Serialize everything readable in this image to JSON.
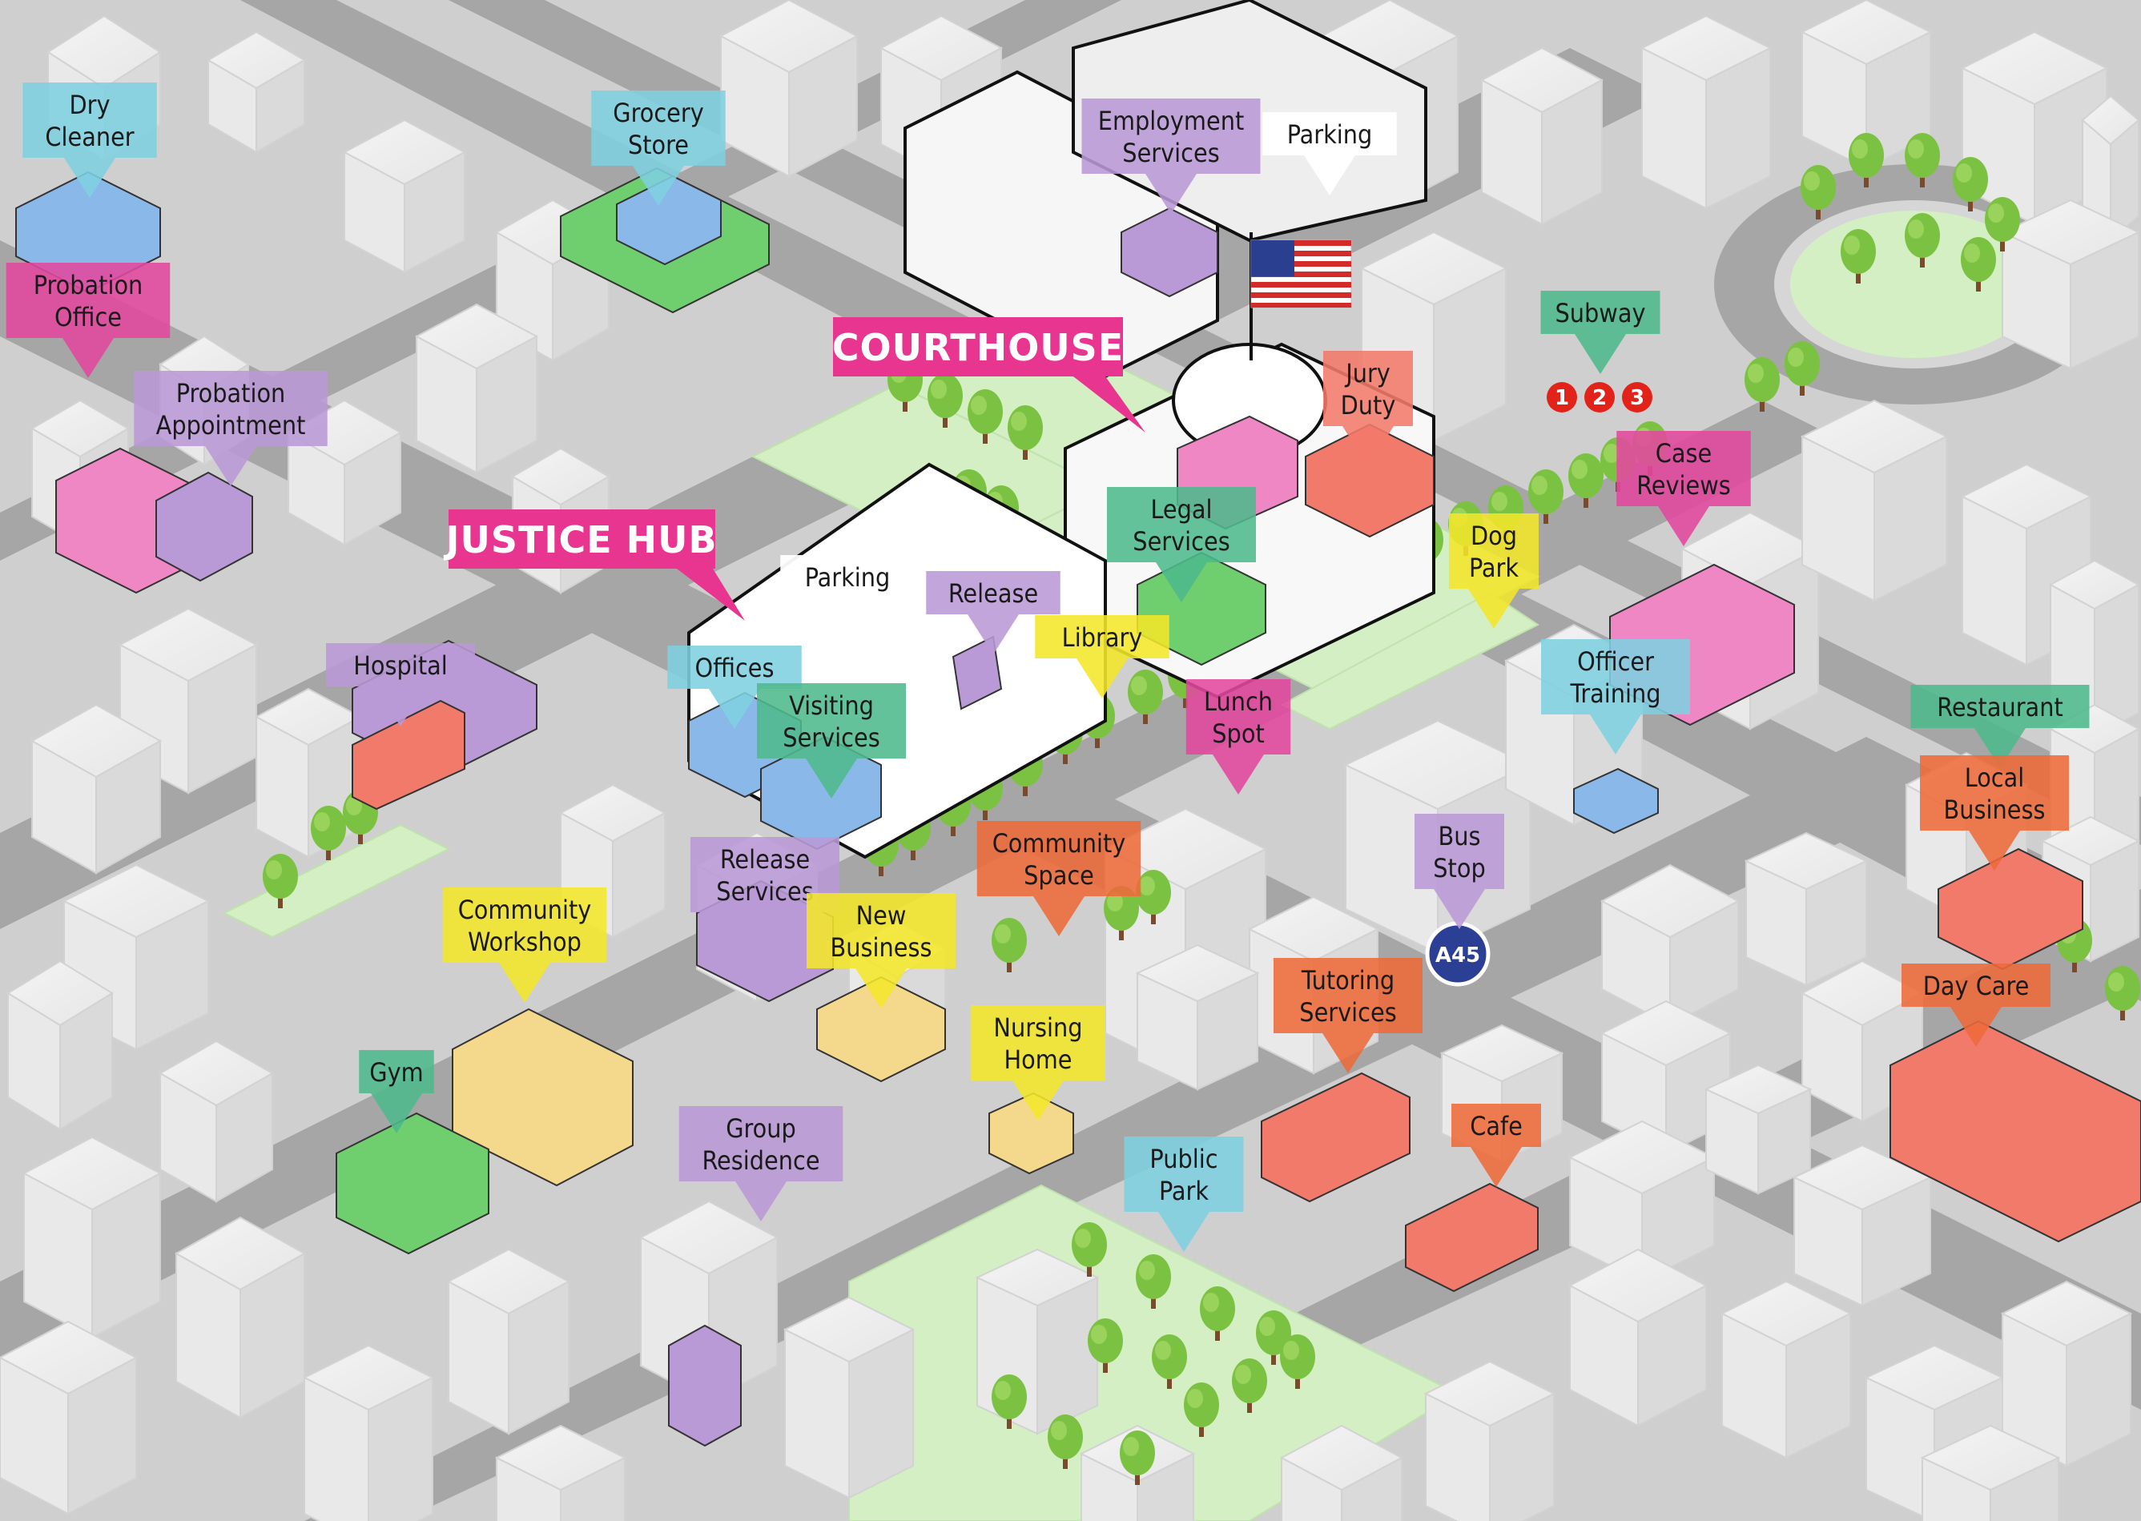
{
  "map": {
    "headers": [
      {
        "id": "courthouse",
        "text": "COURTHOUSE"
      },
      {
        "id": "justice-hub",
        "text": "JUSTICE HUB"
      }
    ],
    "labels": [
      {
        "id": "dry-cleaner",
        "lines": [
          "Dry",
          "Cleaner"
        ],
        "category": "blue"
      },
      {
        "id": "grocery-store",
        "lines": [
          "Grocery",
          "Store"
        ],
        "category": "blue"
      },
      {
        "id": "employment-services",
        "lines": [
          "Employment",
          "Services"
        ],
        "category": "purple"
      },
      {
        "id": "parking-north",
        "lines": [
          "Parking"
        ],
        "category": "white"
      },
      {
        "id": "probation-office",
        "lines": [
          "Probation",
          "Office"
        ],
        "category": "magenta"
      },
      {
        "id": "probation-appointment",
        "lines": [
          "Probation",
          "Appointment"
        ],
        "category": "purple"
      },
      {
        "id": "subway",
        "lines": [
          "Subway"
        ],
        "category": "green"
      },
      {
        "id": "jury-duty",
        "lines": [
          "Jury",
          "Duty"
        ],
        "category": "red"
      },
      {
        "id": "legal-services",
        "lines": [
          "Legal",
          "Services"
        ],
        "category": "green"
      },
      {
        "id": "case-reviews",
        "lines": [
          "Case",
          "Reviews"
        ],
        "category": "magenta"
      },
      {
        "id": "parking-hub",
        "lines": [
          "Parking"
        ],
        "category": "white"
      },
      {
        "id": "release",
        "lines": [
          "Release"
        ],
        "category": "purple"
      },
      {
        "id": "dog-park",
        "lines": [
          "Dog",
          "Park"
        ],
        "category": "yellow"
      },
      {
        "id": "library",
        "lines": [
          "Library"
        ],
        "category": "yellow"
      },
      {
        "id": "offices",
        "lines": [
          "Offices"
        ],
        "category": "blue"
      },
      {
        "id": "visiting-services",
        "lines": [
          "Visiting",
          "Services"
        ],
        "category": "green"
      },
      {
        "id": "hospital",
        "lines": [
          "Hospital"
        ],
        "category": "purple"
      },
      {
        "id": "lunch-spot",
        "lines": [
          "Lunch",
          "Spot"
        ],
        "category": "magenta"
      },
      {
        "id": "officer-training",
        "lines": [
          "Officer",
          "Training"
        ],
        "category": "blue"
      },
      {
        "id": "restaurant",
        "lines": [
          "Restaurant"
        ],
        "category": "green"
      },
      {
        "id": "local-business",
        "lines": [
          "Local",
          "Business"
        ],
        "category": "orange"
      },
      {
        "id": "bus-stop",
        "lines": [
          "Bus",
          "Stop"
        ],
        "category": "purple"
      },
      {
        "id": "community-space",
        "lines": [
          "Community",
          "Space"
        ],
        "category": "orange"
      },
      {
        "id": "release-services",
        "lines": [
          "Release",
          "Services"
        ],
        "category": "purple"
      },
      {
        "id": "new-business",
        "lines": [
          "New",
          "Business"
        ],
        "category": "yellow"
      },
      {
        "id": "community-workshop",
        "lines": [
          "Community",
          "Workshop"
        ],
        "category": "yellow"
      },
      {
        "id": "nursing-home",
        "lines": [
          "Nursing",
          "Home"
        ],
        "category": "yellow"
      },
      {
        "id": "tutoring-services",
        "lines": [
          "Tutoring",
          "Services"
        ],
        "category": "orange"
      },
      {
        "id": "day-care",
        "lines": [
          "Day Care"
        ],
        "category": "orange"
      },
      {
        "id": "gym",
        "lines": [
          "Gym"
        ],
        "category": "green"
      },
      {
        "id": "group-residence",
        "lines": [
          "Group",
          "Residence"
        ],
        "category": "purple"
      },
      {
        "id": "cafe",
        "lines": [
          "Cafe"
        ],
        "category": "orange"
      },
      {
        "id": "public-park",
        "lines": [
          "Public",
          "Park"
        ],
        "category": "blue"
      }
    ],
    "subway_lines": [
      "1",
      "2",
      "3"
    ],
    "bus_route": "A45",
    "colors": {
      "magenta": "#e2489e",
      "purple": "#b99ad6",
      "blue": "#7fd0e0",
      "green": "#4fb98c",
      "yellow": "#f4e62a",
      "orange": "#ee6a3a",
      "red": "#f27a6a",
      "white": "#ffffff",
      "header": "#e8358f",
      "subway": "#e2231a",
      "bus": "#2b3f95",
      "road": "#a9a9a9",
      "sidewalk": "#d6d6d6",
      "lawn": "#d4efc4",
      "tree": "#7cc242"
    }
  }
}
